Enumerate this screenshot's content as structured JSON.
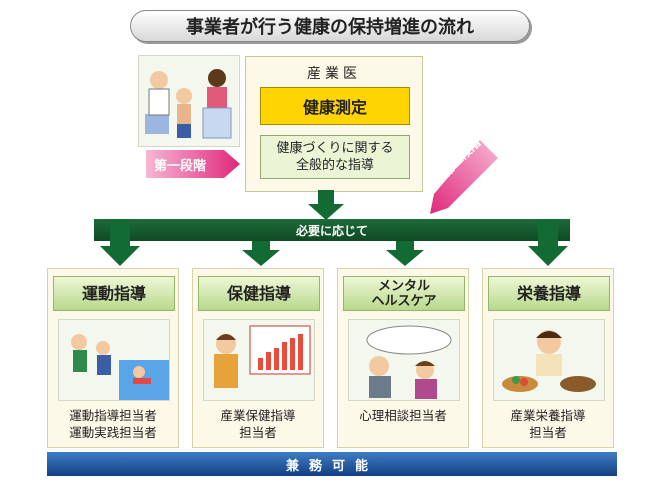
{
  "title": "事業者が行う健康の保持増進の流れ",
  "doctor": {
    "label": "産業医",
    "measurement": "健康測定",
    "guidance_line1": "健康づくりに関する",
    "guidance_line2": "全般的な指導"
  },
  "stages": {
    "first": "第一段階",
    "second": "第二段階"
  },
  "as_needed": "必要に応じて",
  "cards": [
    {
      "title": "運動指導",
      "staff_line1": "運動指導担当者",
      "staff_line2": "運動実践担当者"
    },
    {
      "title": "保健指導",
      "staff_line1": "産業保健指導",
      "staff_line2": "担当者"
    },
    {
      "title_line1": "メンタル",
      "title_line2": "ヘルスケア",
      "staff_line1": "心理相談担当者"
    },
    {
      "title": "栄養指導",
      "staff_line1": "産業栄養指導",
      "staff_line2": "担当者"
    }
  ],
  "footer": "兼務可能",
  "colors": {
    "arrow_green": "#136b34",
    "stage_pink": "#e0287a",
    "footer_blue": "#1c4f97",
    "measure_yellow": "#ffd400"
  }
}
